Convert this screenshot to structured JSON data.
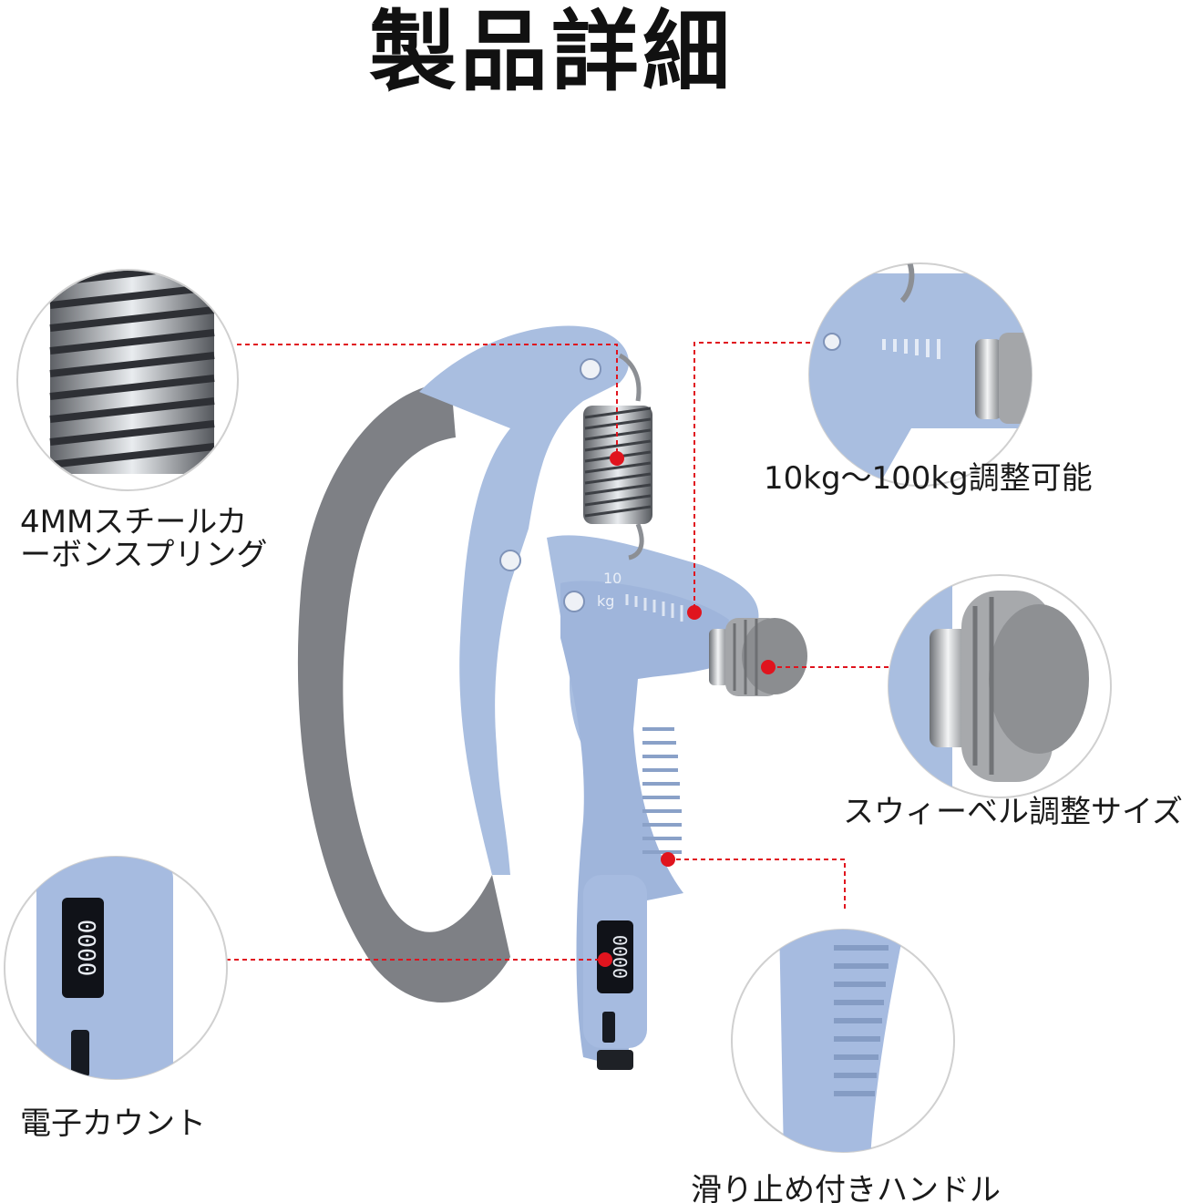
{
  "title": "製品詳細",
  "callouts": {
    "spring_line1": "4MMスチールカ",
    "spring_line2": "ーボンスプリング",
    "adjust_range": "10kg〜100kg調整可能",
    "swivel": "スウィーベル調整サイズ",
    "counter": "電子カウント",
    "handle": "滑り止め付きハンドル"
  },
  "device_text": {
    "scale_min": "10",
    "scale_unit": "kg",
    "counter_display": "0000"
  },
  "colors": {
    "body": "#a9bee0",
    "body_shade": "#8fa6cc",
    "grip": "#7d7f83",
    "leader": "#e0141e"
  }
}
